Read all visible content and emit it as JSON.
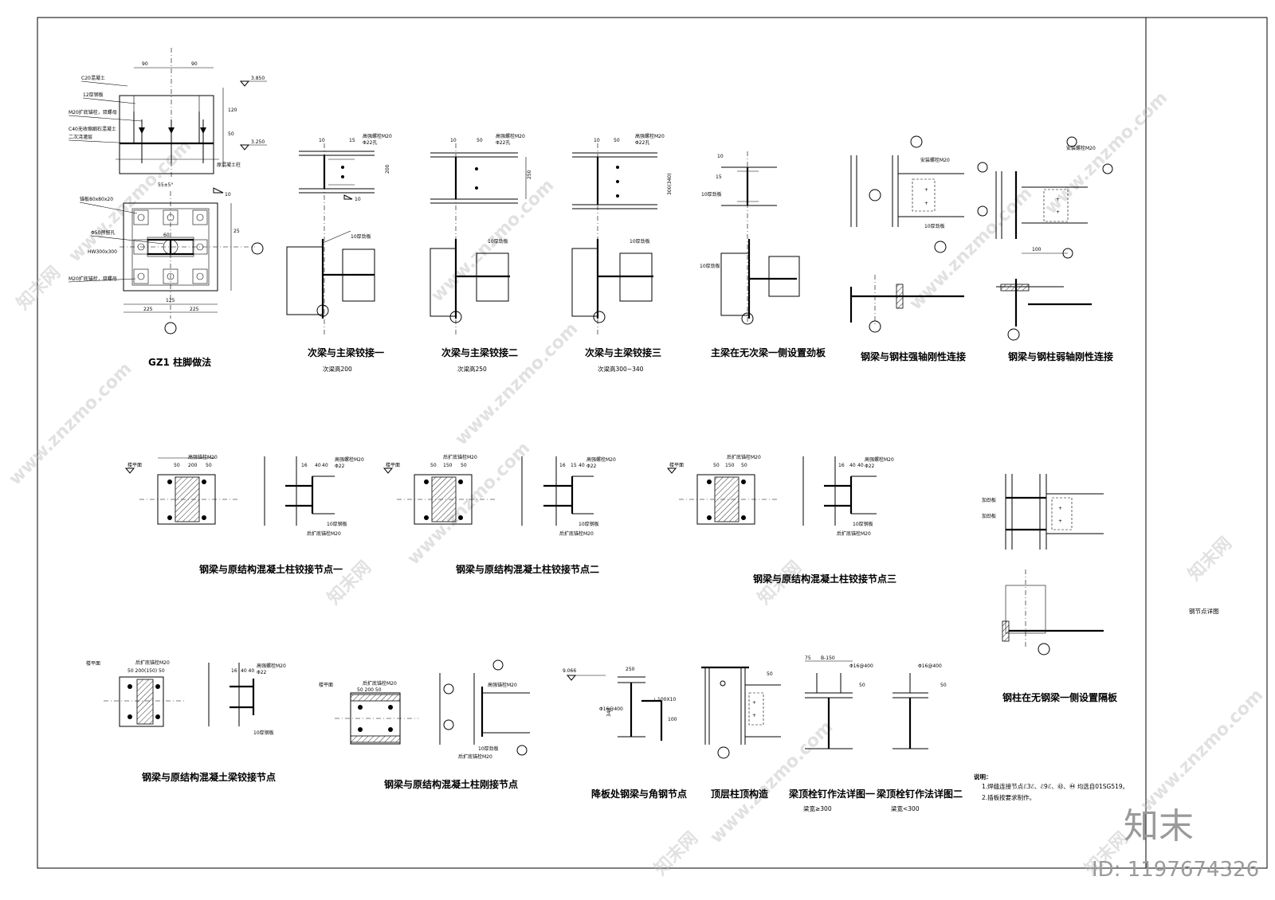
{
  "sheet": {
    "title_block": "钢节点详图",
    "id_label": "ID: 1197674326",
    "brand": "知末"
  },
  "watermark": {
    "text_cn": "知末网",
    "text_url": "www.znzmo.com"
  },
  "details": [
    {
      "key": "gz1",
      "caption": "GZ1 柱脚做法",
      "sub": ""
    },
    {
      "key": "hinge1",
      "caption": "次梁与主梁铰接一",
      "sub": "次梁高200"
    },
    {
      "key": "hinge2",
      "caption": "次梁与主梁铰接二",
      "sub": "次梁高250"
    },
    {
      "key": "hinge3",
      "caption": "次梁与主梁铰接三",
      "sub": "次梁高300~340"
    },
    {
      "key": "stiffener",
      "caption": "主梁在无次梁一侧设置劲板",
      "sub": ""
    },
    {
      "key": "rigid_strong",
      "caption": "钢梁与钢柱强轴刚性连接",
      "sub": ""
    },
    {
      "key": "rigid_weak",
      "caption": "钢梁与钢柱弱轴刚性连接",
      "sub": ""
    },
    {
      "key": "rc_col1",
      "caption": "钢梁与原结构混凝土柱铰接节点一",
      "sub": ""
    },
    {
      "key": "rc_col2",
      "caption": "钢梁与原结构混凝土柱铰接节点二",
      "sub": ""
    },
    {
      "key": "rc_col3",
      "caption": "钢梁与原结构混凝土柱铰接节点三",
      "sub": ""
    },
    {
      "key": "col_diaphragm",
      "caption": "钢柱在无钢梁一侧设置隔板",
      "sub": ""
    },
    {
      "key": "rc_beam",
      "caption": "钢梁与原结构混凝土梁铰接节点",
      "sub": ""
    },
    {
      "key": "rc_col_rigid",
      "caption": "钢梁与原结构混凝土柱刚接节点",
      "sub": ""
    },
    {
      "key": "drop_slab",
      "caption": "降板处钢梁与角钢节点",
      "sub": ""
    },
    {
      "key": "top_col",
      "caption": "顶层柱顶构造",
      "sub": ""
    },
    {
      "key": "stud1",
      "caption": "梁顶栓钉作法详图一",
      "sub": "梁宽≥300"
    },
    {
      "key": "stud2",
      "caption": "梁顶栓钉作法详图二",
      "sub": "梁宽<300"
    }
  ],
  "notes": {
    "heading": "说明：",
    "items": [
      "1.焊缝连接节点ℰ3ℰ、ℰ9ℰ、㊸、㊹ 均选自01SG519。",
      "2.插板按要求制作。"
    ]
  },
  "gz1_labels": {
    "c20": "C20混凝土",
    "rebar": "12厚钢板",
    "m20": "M20扩底锚栓，双螺母",
    "c40": "C40无收缩细石混凝土",
    "grout": "二次浇灌层",
    "orig": "原混凝土柱",
    "plate": "锚板80x80x20",
    "hole": "Φ50预留孔",
    "hw": "HW300x300",
    "m20b": "M20扩底锚栓，双螺母",
    "elev1": "3.850",
    "elev2": "3.250",
    "d90a": "90",
    "d90b": "90",
    "d120": "120",
    "d25": "25",
    "d50": "50",
    "d225a": "225",
    "d225b": "225",
    "d125": "125",
    "d60": "60",
    "d10": "10",
    "angle": "55±5°"
  },
  "misc_labels": {
    "bolt_m20": "高强螺栓M20",
    "hole22": "Φ22孔",
    "stiff10": "10厚劲板",
    "d10": "10",
    "d15": "15",
    "d50": "50",
    "d40": "40",
    "d100": "100",
    "d200": "200",
    "d250": "250",
    "d300": "300(340)",
    "stud": "Φ16@400",
    "elev9066": "9.066",
    "angle100": "∟100X10",
    "d75": "75",
    "d150": "B-150",
    "d5": "5",
    "floor": "楼平面"
  }
}
